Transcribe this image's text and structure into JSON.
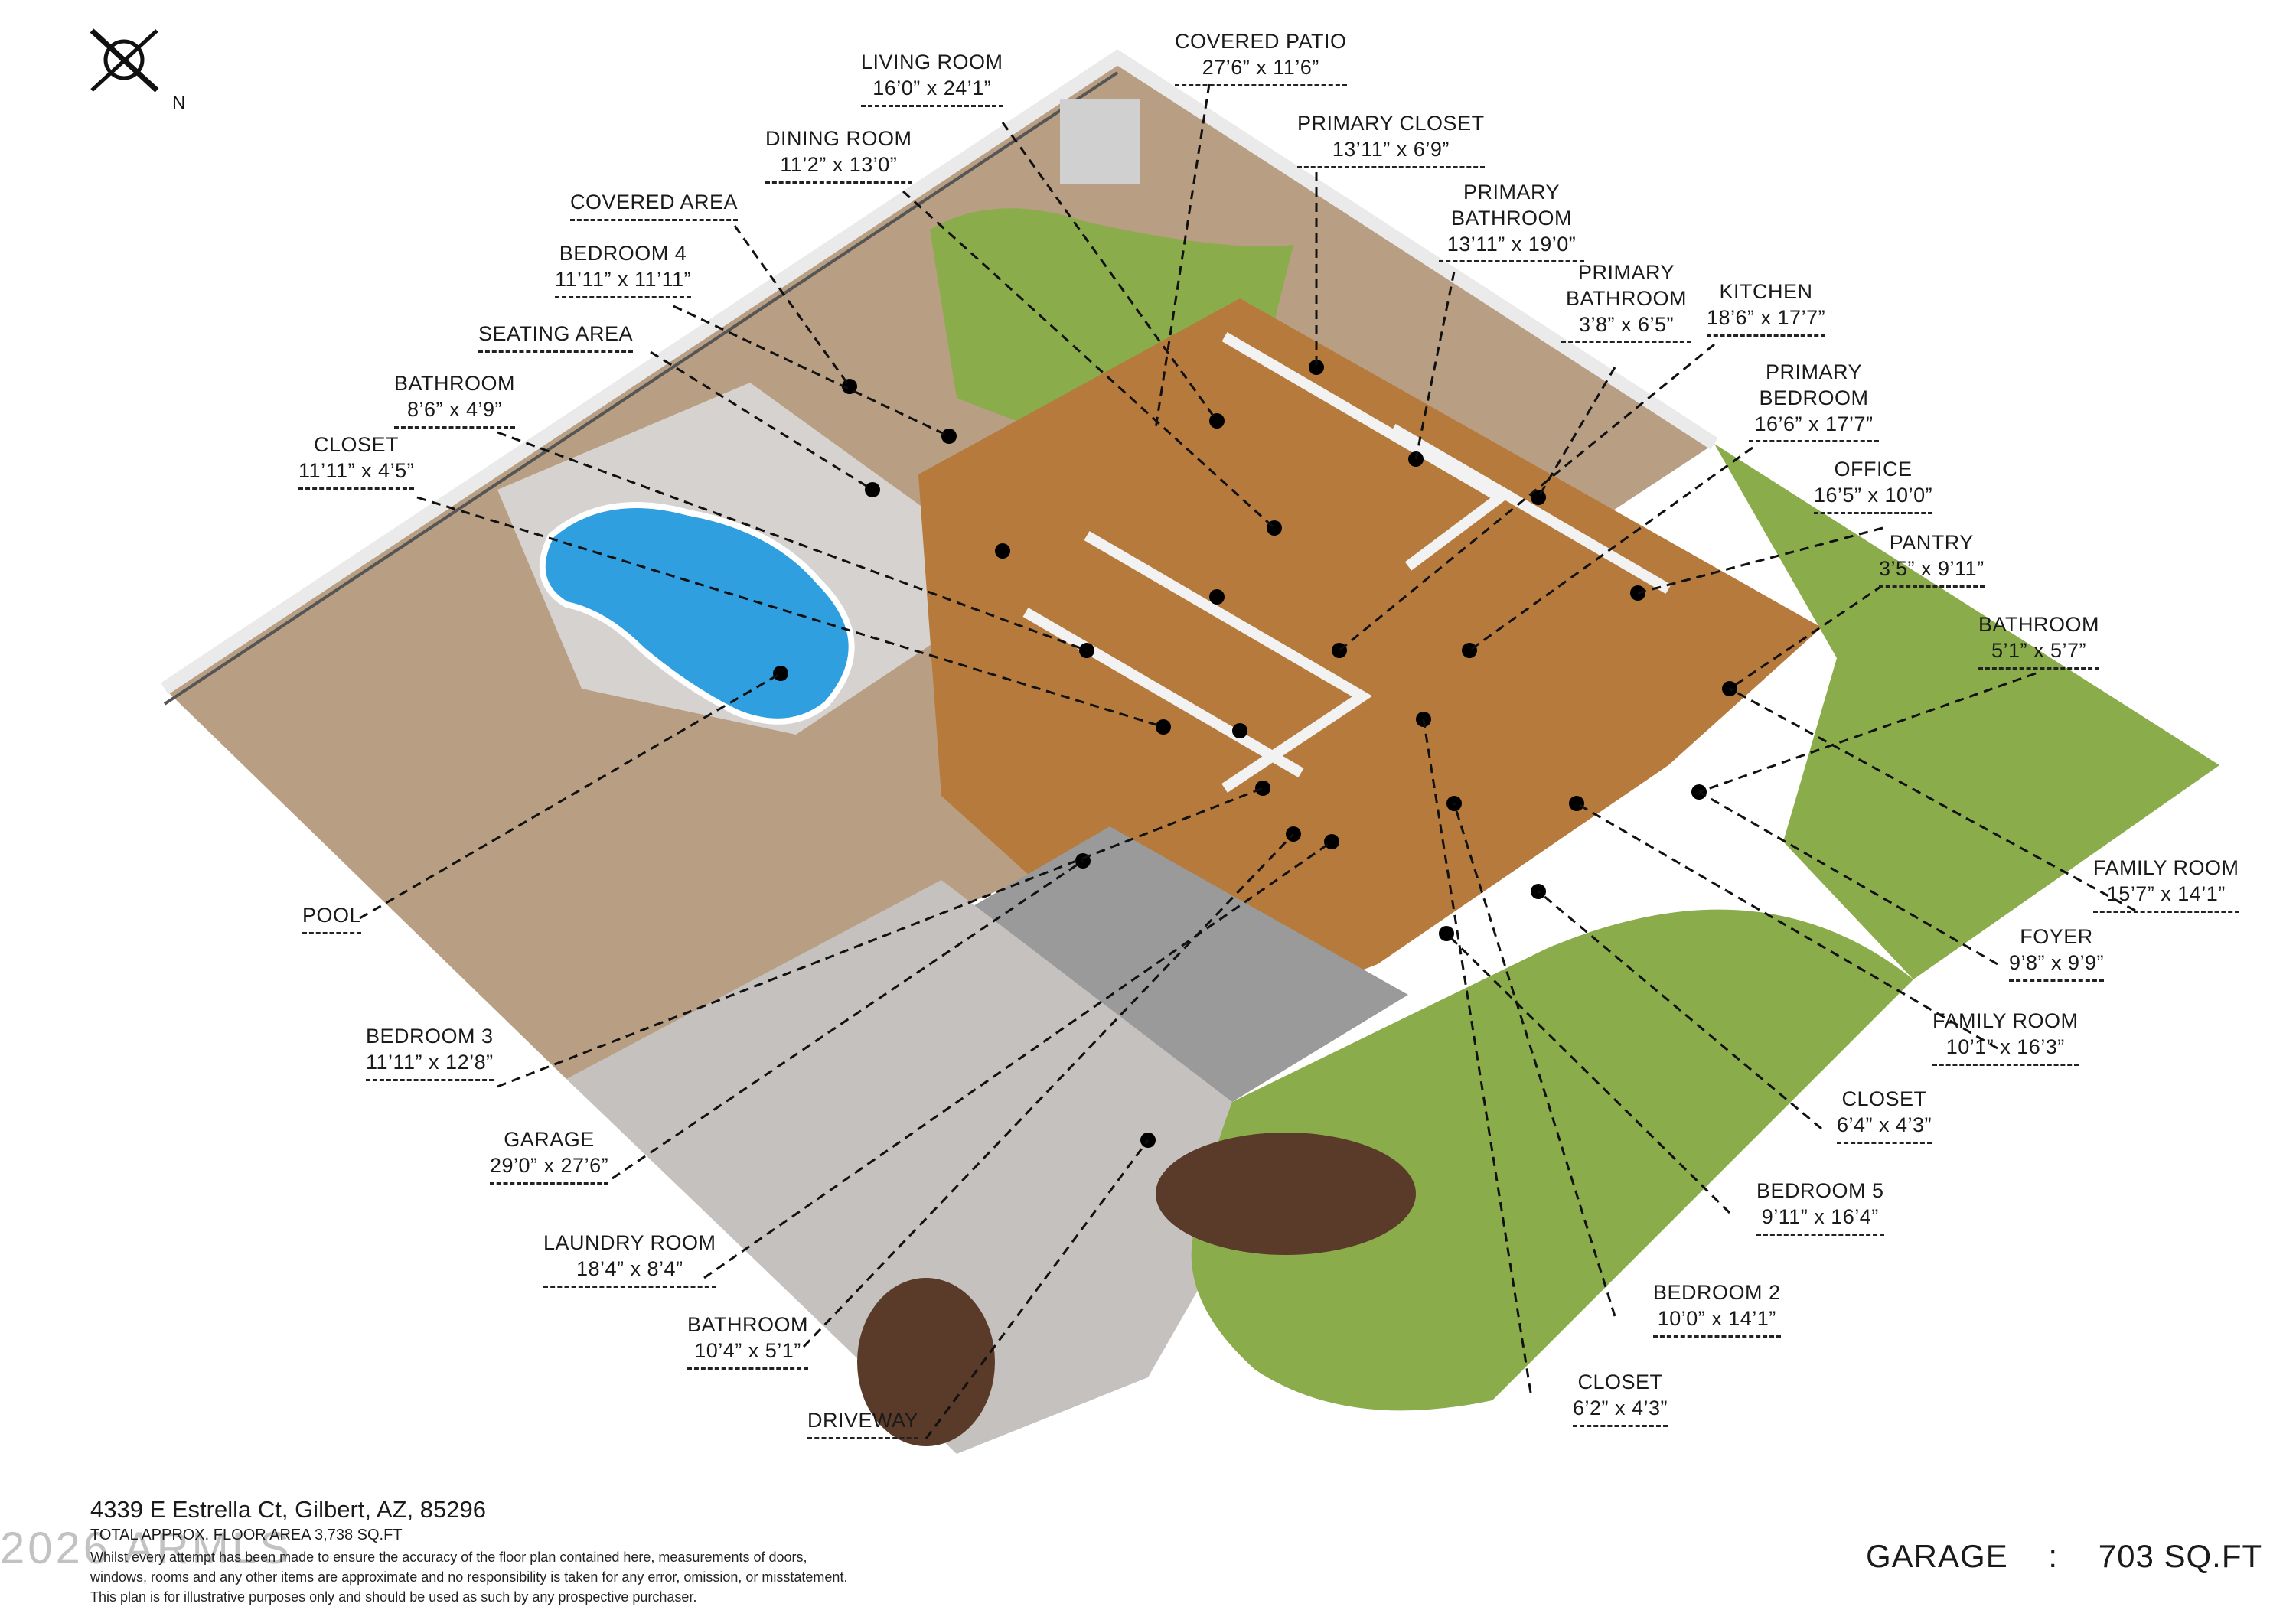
{
  "compass": {
    "label": "N"
  },
  "labels": [
    {
      "id": "living-room",
      "name": "LIVING ROOM",
      "dim": "16’0” x 24’1”"
    },
    {
      "id": "covered-patio",
      "name": "COVERED PATIO",
      "dim": "27’6” x 11’6”"
    },
    {
      "id": "dining-room",
      "name": "DINING ROOM",
      "dim": "11’2” x 13’0”"
    },
    {
      "id": "primary-closet",
      "name": "PRIMARY CLOSET",
      "dim": "13’11” x 6’9”"
    },
    {
      "id": "covered-area",
      "name": "COVERED AREA",
      "dim": ""
    },
    {
      "id": "primary-bathroom-1",
      "name": "PRIMARY\nBATHROOM",
      "dim": "13’11” x 19’0”"
    },
    {
      "id": "bedroom-4",
      "name": "BEDROOM 4",
      "dim": "11’11” x 11’11”"
    },
    {
      "id": "primary-bathroom-2",
      "name": "PRIMARY\nBATHROOM",
      "dim": "3’8” x 6’5”"
    },
    {
      "id": "kitchen",
      "name": "KITCHEN",
      "dim": "18’6” x 17’7”"
    },
    {
      "id": "seating-area",
      "name": "SEATING AREA",
      "dim": ""
    },
    {
      "id": "bathroom-1",
      "name": "BATHROOM",
      "dim": "8’6” x 4’9”"
    },
    {
      "id": "primary-bedroom",
      "name": "PRIMARY\nBEDROOM",
      "dim": "16’6” x 17’7”"
    },
    {
      "id": "closet-1",
      "name": "CLOSET",
      "dim": "11’11” x 4’5”"
    },
    {
      "id": "office",
      "name": "OFFICE",
      "dim": "16’5” x 10’0”"
    },
    {
      "id": "pantry",
      "name": "PANTRY",
      "dim": "3’5” x 9’11”"
    },
    {
      "id": "bathroom-2",
      "name": "BATHROOM",
      "dim": "5’1” x 5’7”"
    },
    {
      "id": "family-room-1",
      "name": "FAMILY ROOM",
      "dim": "15’7” x 14’1”"
    },
    {
      "id": "pool",
      "name": "POOL",
      "dim": ""
    },
    {
      "id": "foyer",
      "name": "FOYER",
      "dim": "9’8” x 9’9”"
    },
    {
      "id": "family-room-2",
      "name": "FAMILY ROOM",
      "dim": "10’1” x 16’3”"
    },
    {
      "id": "bedroom-3",
      "name": "BEDROOM 3",
      "dim": "11’11” x 12’8”"
    },
    {
      "id": "closet-2",
      "name": "CLOSET",
      "dim": "6’4” x 4’3”"
    },
    {
      "id": "garage",
      "name": "GARAGE",
      "dim": "29’0” x 27’6”"
    },
    {
      "id": "bedroom-5",
      "name": "BEDROOM 5",
      "dim": "9’11” x 16’4”"
    },
    {
      "id": "laundry-room",
      "name": "LAUNDRY ROOM",
      "dim": "18’4” x 8’4”"
    },
    {
      "id": "bedroom-2",
      "name": "BEDROOM 2",
      "dim": "10’0” x 14’1”"
    },
    {
      "id": "bathroom-3",
      "name": "BATHROOM",
      "dim": "10’4” x 5’1”"
    },
    {
      "id": "closet-3",
      "name": "CLOSET",
      "dim": "6’2” x 4’3”"
    },
    {
      "id": "driveway",
      "name": "DRIVEWAY",
      "dim": ""
    }
  ],
  "footer": {
    "address": "4339 E Estrella Ct, Gilbert, AZ, 85296",
    "total": "TOTAL APPROX. FLOOR AREA 3,738 SQ.FT",
    "note_1": "Whilst every attempt has been made to ensure the accuracy of the floor plan contained here, measurements of doors,",
    "note_2": "windows, rooms and any other items are approximate and no responsibility is taken for any error, omission, or misstatement.",
    "note_3": "This plan is for illustrative purposes only and should be used as such by any prospective purchaser."
  },
  "garage_summary": {
    "label": "GARAGE",
    "sep": ":",
    "value": "703 SQ.FT"
  },
  "watermark": "2026 ARMLS",
  "colors": {
    "lawn": "#8aac4a",
    "gravel": "#b89e82",
    "concrete": "#cfcccb",
    "floor_wood": "#b57a3c",
    "pool": "#2f9fe0",
    "wall": "#f2f2f2",
    "mulch": "#5a3a28"
  }
}
